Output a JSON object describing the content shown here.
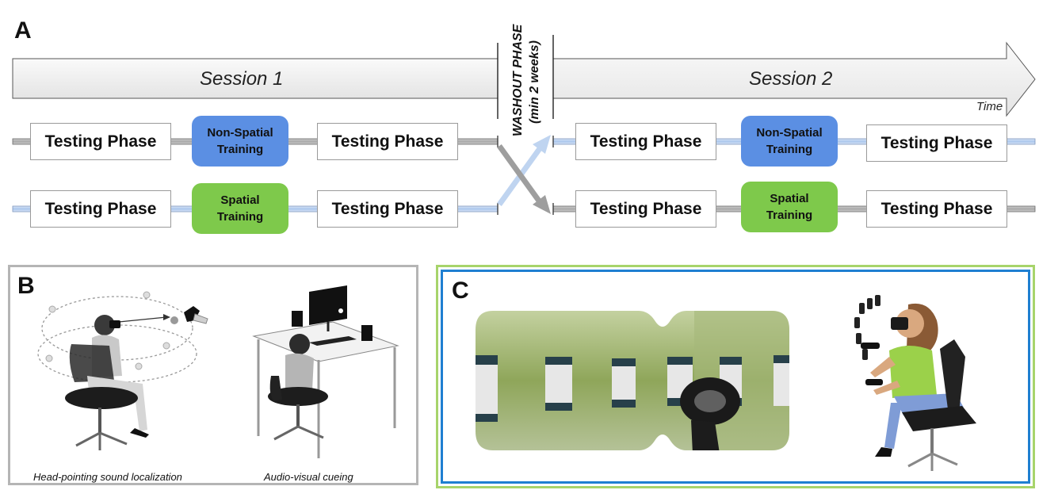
{
  "panel_a": {
    "letter": "A",
    "session1_label": "Session 1",
    "session2_label": "Session 2",
    "time_label": "Time",
    "washout_line1": "WASHOUT PHASE",
    "washout_line2": "(min 2 weeks)",
    "row1_session1": [
      "Testing Phase",
      "Non-Spatial\nTraining",
      "Testing Phase"
    ],
    "row2_session1": [
      "Testing Phase",
      "Spatial\nTraining",
      "Testing Phase"
    ],
    "row1_session2": [
      "Testing Phase",
      "Non-Spatial\nTraining",
      "Testing Phase"
    ],
    "row2_session2": [
      "Testing Phase",
      "Spatial\nTraining",
      "Testing Phase"
    ]
  },
  "panel_b": {
    "letter": "B",
    "caption_left": "Head-pointing sound localization",
    "caption_right": "Audio-visual cueing"
  },
  "panel_c": {
    "letter": "C"
  },
  "colors": {
    "non_spatial": "#5b8fe3",
    "spatial": "#7ec94b",
    "grey_line": "#9e9e9e",
    "blue_line": "#b4cdee"
  }
}
